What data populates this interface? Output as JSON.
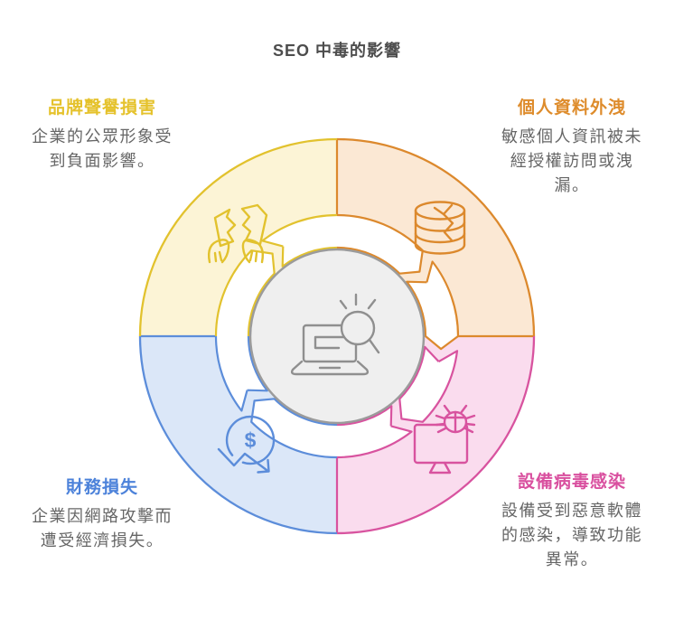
{
  "title": "SEO 中毒的影響",
  "sections": {
    "brand": {
      "heading": "品牌聲譽損害",
      "body": "企業的公眾形象受\n到負面影響。",
      "icon": "torn-paper-hands-icon"
    },
    "data_leak": {
      "heading": "個人資料外洩",
      "body": "敏感個人資訊被未\n經授權訪問或洩\n漏。",
      "icon": "cracked-database-icon"
    },
    "finance": {
      "heading": "財務損失",
      "body": "企業因網路攻擊而\n遭受經濟損失。",
      "icon": "dollar-decline-icon"
    },
    "virus": {
      "heading": "設備病毒感染",
      "body": "設備受到惡意軟體\n的感染，導致功能\n異常。",
      "icon": "computer-bug-icon"
    }
  },
  "center": {
    "icon": "laptop-search-icon",
    "dollar_glyph": "$"
  },
  "palette": {
    "yellow": "#E2C22E",
    "yellow_fill": "#FCF4D6",
    "yellow_heading": "#E5C22C",
    "orange": "#DC892D",
    "orange_fill": "#FBE8D4",
    "orange_heading": "#DE8C2C",
    "pink": "#D8539F",
    "pink_fill": "#FADCEE",
    "pink_heading": "#D9509F",
    "blue": "#5C8DDA",
    "blue_fill": "#DBE7F8",
    "blue_heading": "#4C82DA",
    "center_fill": "#EFEFEF",
    "center_stroke": "#9B9B9B",
    "icon_gray": "#8F8F8F",
    "title_color": "#4D4D4D",
    "body_color": "#666666"
  }
}
